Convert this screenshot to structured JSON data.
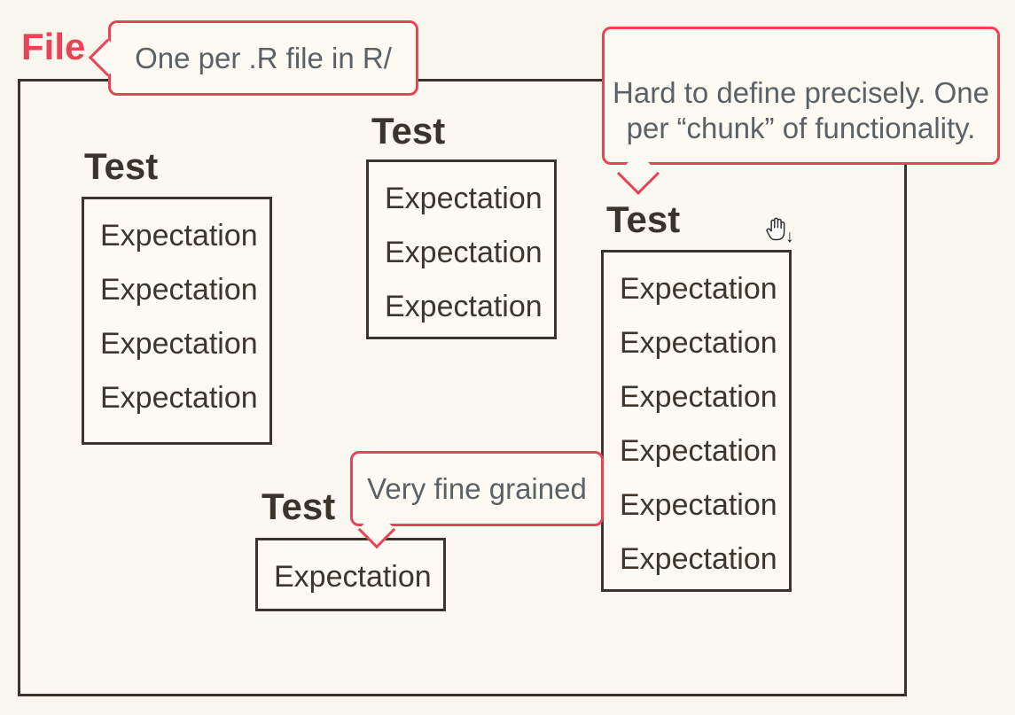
{
  "colors": {
    "background": "#f9f6ee",
    "box_border": "#3a342a",
    "box_fill": "#fcfaf3",
    "accent_red": "#e94357",
    "callout_text": "#5a6167",
    "dark_text": "#3e362b"
  },
  "file": {
    "label": "File"
  },
  "callouts": {
    "file_note": {
      "text": "One per .R file in R/"
    },
    "test_note": {
      "line1": "Hard to define precisely. One",
      "line2": "per “chunk” of functionality."
    },
    "expectation_note": {
      "text": "Very fine grained"
    }
  },
  "tests": [
    {
      "label": "Test",
      "expectations": [
        "Expectation",
        "Expectation",
        "Expectation",
        "Expectation"
      ]
    },
    {
      "label": "Test",
      "expectations": [
        "Expectation",
        "Expectation",
        "Expectation"
      ]
    },
    {
      "label": "Test",
      "expectations": [
        "Expectation",
        "Expectation",
        "Expectation",
        "Expectation",
        "Expectation",
        "Expectation"
      ]
    },
    {
      "label": "Test",
      "expectations": [
        "Expectation"
      ]
    }
  ],
  "icons": {
    "hand_cursor": "grab-hand-cursor",
    "down_arrow_glyph": "↓"
  }
}
